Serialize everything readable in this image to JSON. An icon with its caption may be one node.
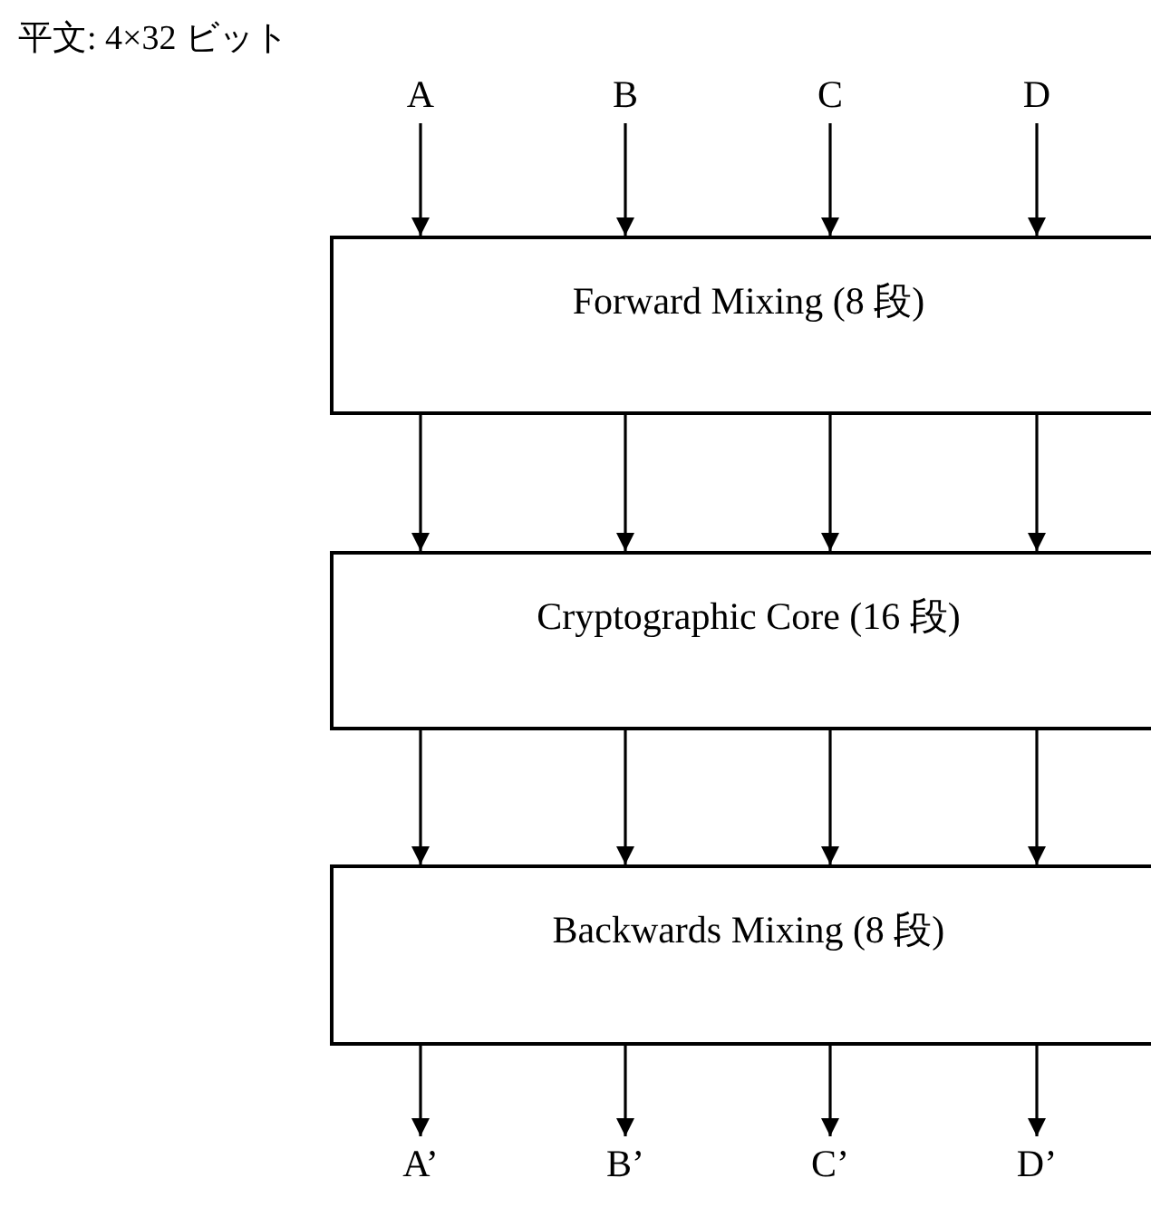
{
  "diagram": {
    "title": "平文: 4×32 ビット",
    "nodes": [
      {
        "text": [
          "A"
        ]
      },
      {
        "text": [
          "B"
        ]
      },
      {
        "text": [
          "C"
        ]
      },
      {
        "text": [
          "D"
        ]
      },
      {
        "text": [
          "Forward Mixing (8 段)"
        ]
      },
      {
        "text": [
          "Cryptographic Core (16 段)"
        ]
      },
      {
        "text": [
          "Backwards Mixing (8 段)"
        ]
      },
      {
        "text": [
          "A’"
        ]
      },
      {
        "text": [
          "B’"
        ]
      },
      {
        "text": [
          "C’"
        ]
      },
      {
        "text": [
          "D’"
        ]
      }
    ],
    "edges": [
      {
        "from": 0,
        "to": 4,
        "arrow": "to"
      },
      {
        "from": 1,
        "to": 4,
        "arrow": "to"
      },
      {
        "from": 2,
        "to": 4,
        "arrow": "to"
      },
      {
        "from": 3,
        "to": 4,
        "arrow": "to"
      },
      {
        "from": 4,
        "to": 5,
        "arrow": "to"
      },
      {
        "from": 4,
        "to": 5,
        "arrow": "to"
      },
      {
        "from": 4,
        "to": 5,
        "arrow": "to"
      },
      {
        "from": 4,
        "to": 5,
        "arrow": "to"
      },
      {
        "from": 5,
        "to": 6,
        "arrow": "to"
      },
      {
        "from": 5,
        "to": 6,
        "arrow": "to"
      },
      {
        "from": 5,
        "to": 6,
        "arrow": "to"
      },
      {
        "from": 5,
        "to": 6,
        "arrow": "to"
      },
      {
        "from": 6,
        "to": 7,
        "arrow": "to"
      },
      {
        "from": 6,
        "to": 8,
        "arrow": "to"
      },
      {
        "from": 6,
        "to": 9,
        "arrow": "to"
      },
      {
        "from": 6,
        "to": 10,
        "arrow": "to"
      }
    ]
  }
}
